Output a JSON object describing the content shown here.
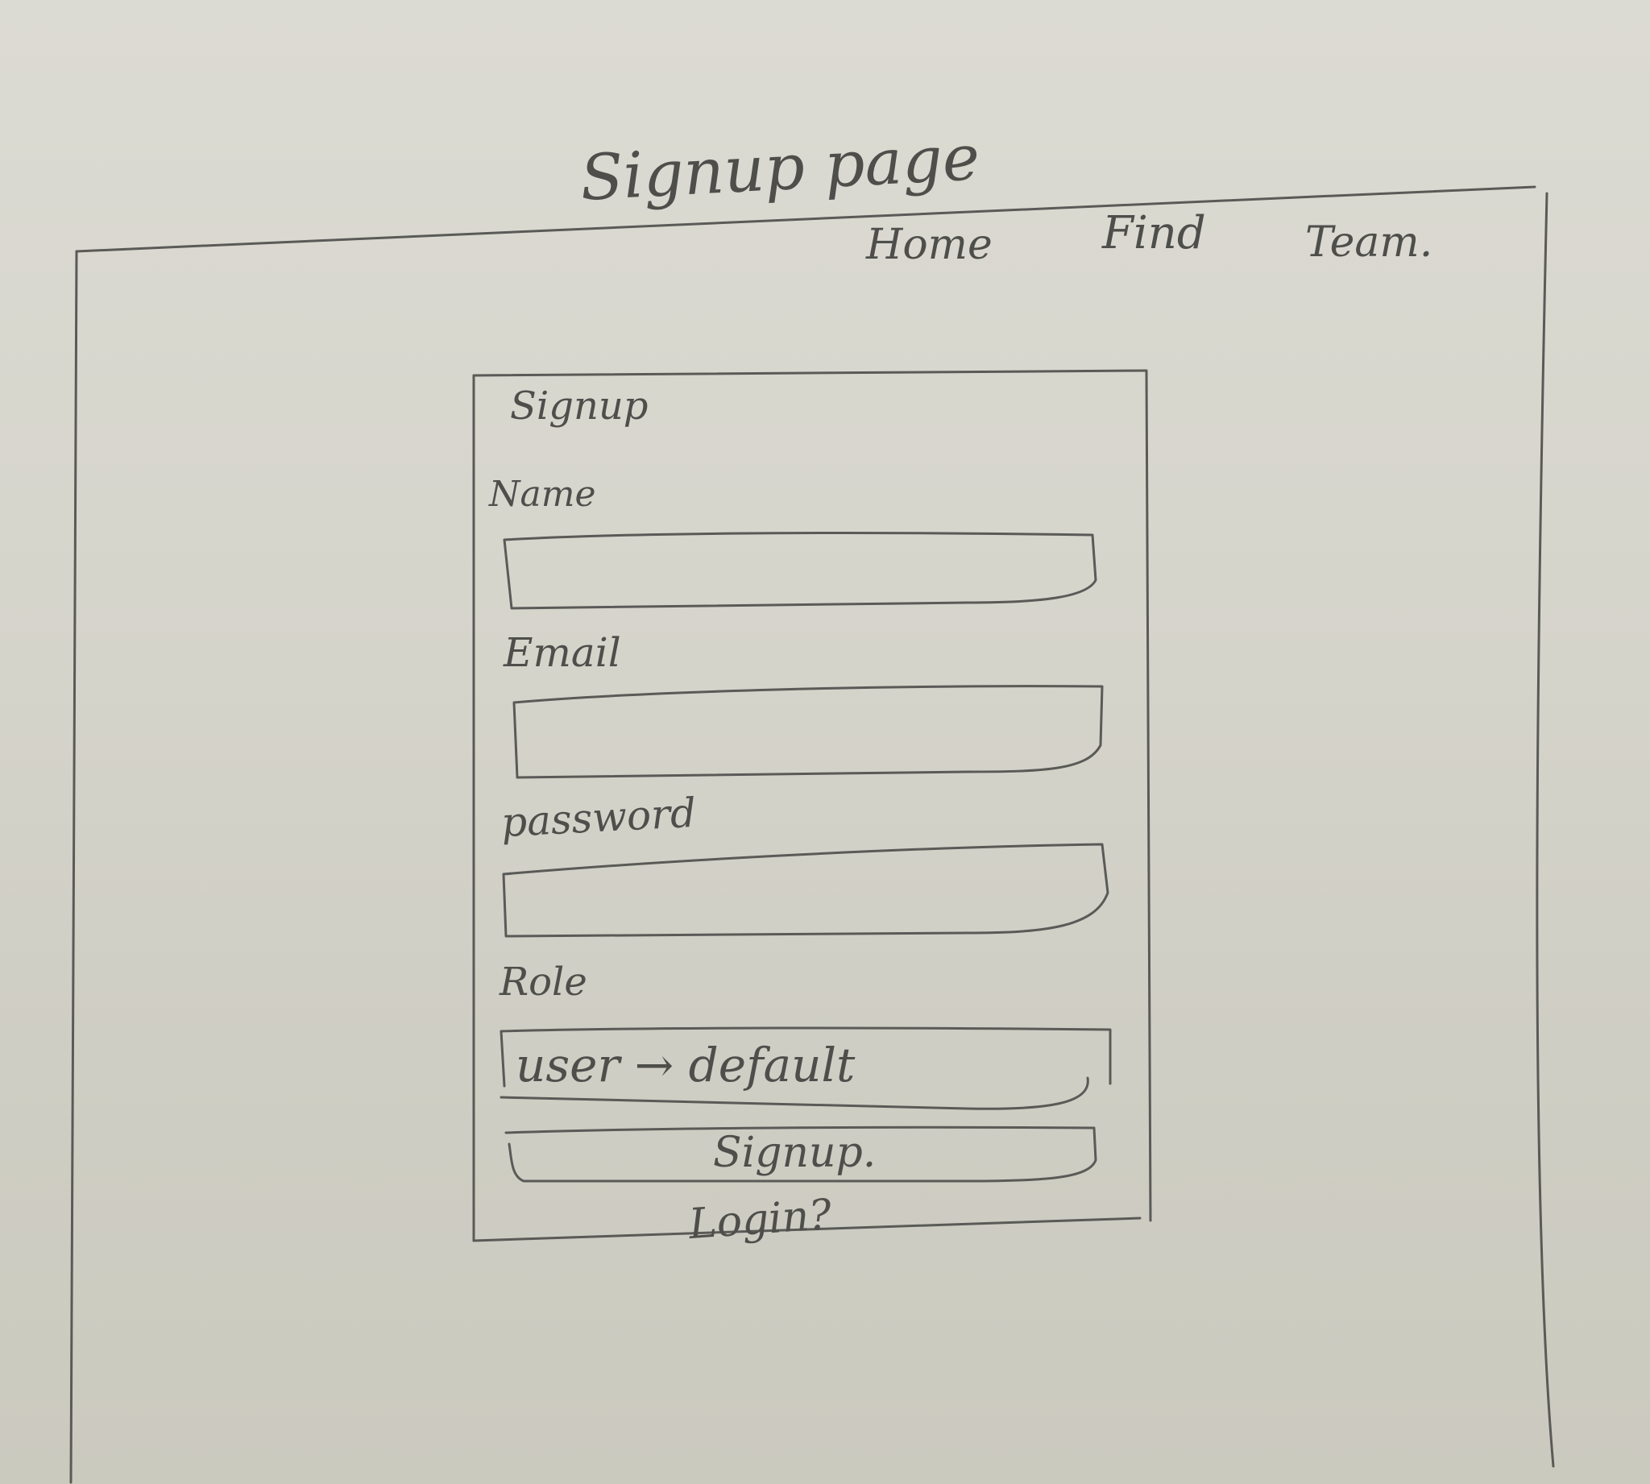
{
  "page_title": "Signup page",
  "nav": {
    "items": [
      {
        "label": "Home"
      },
      {
        "label": "Find"
      },
      {
        "label": "Team."
      }
    ]
  },
  "form": {
    "heading": "Signup",
    "fields": {
      "name": {
        "label": "Name",
        "value": ""
      },
      "email": {
        "label": "Email",
        "value": ""
      },
      "password": {
        "label": "password",
        "value": ""
      },
      "role": {
        "label": "Role",
        "value": "user → default"
      }
    },
    "submit_label": "Signup.",
    "login_link": "Login?"
  }
}
